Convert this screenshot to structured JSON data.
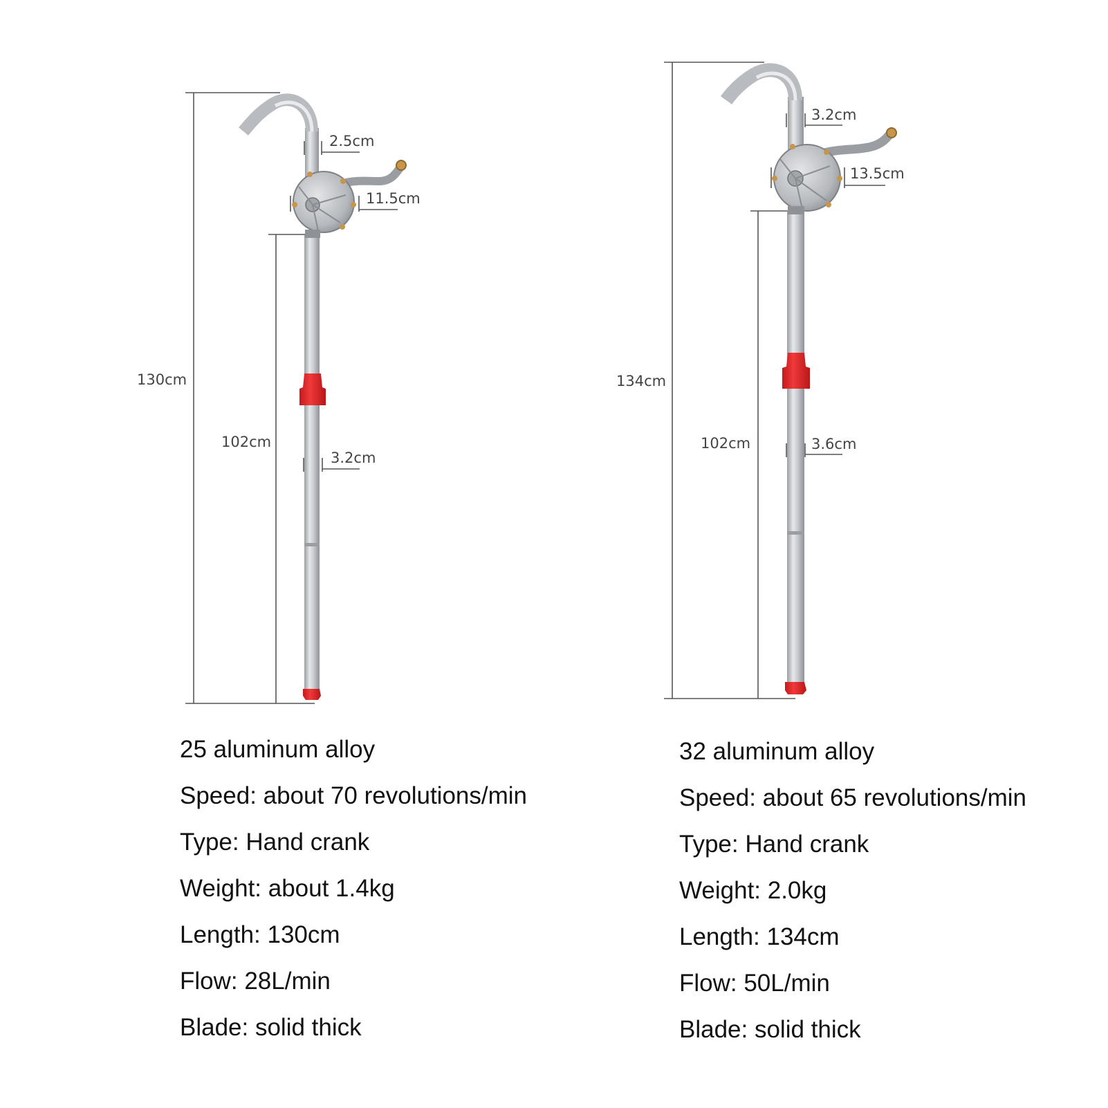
{
  "products": [
    {
      "dimensions": {
        "total_height": "130cm",
        "tube_length": "102cm",
        "outlet_diameter": "2.5cm",
        "body_width": "11.5cm",
        "tube_diameter": "3.2cm"
      },
      "specs": [
        "25 aluminum alloy",
        "Speed: about 70 revolutions/min",
        "Type: Hand crank",
        "Weight: about 1.4kg",
        "Length: 130cm",
        "Flow: 28L/min",
        "Blade: solid thick"
      ]
    },
    {
      "dimensions": {
        "total_height": "134cm",
        "tube_length": "102cm",
        "outlet_diameter": "3.2cm",
        "body_width": "13.5cm",
        "tube_diameter": "3.6cm"
      },
      "specs": [
        "32 aluminum alloy",
        "Speed: about 65 revolutions/min",
        "Type: Hand crank",
        "Weight: 2.0kg",
        "Length: 134cm",
        "Flow: 50L/min",
        "Blade: solid thick"
      ]
    }
  ],
  "colors": {
    "aluminum": "#c9ccd0",
    "aluminum_dark": "#8e9297",
    "accent_red": "#e8282a",
    "brass": "#c8964a",
    "dimension_line": "#555555"
  }
}
